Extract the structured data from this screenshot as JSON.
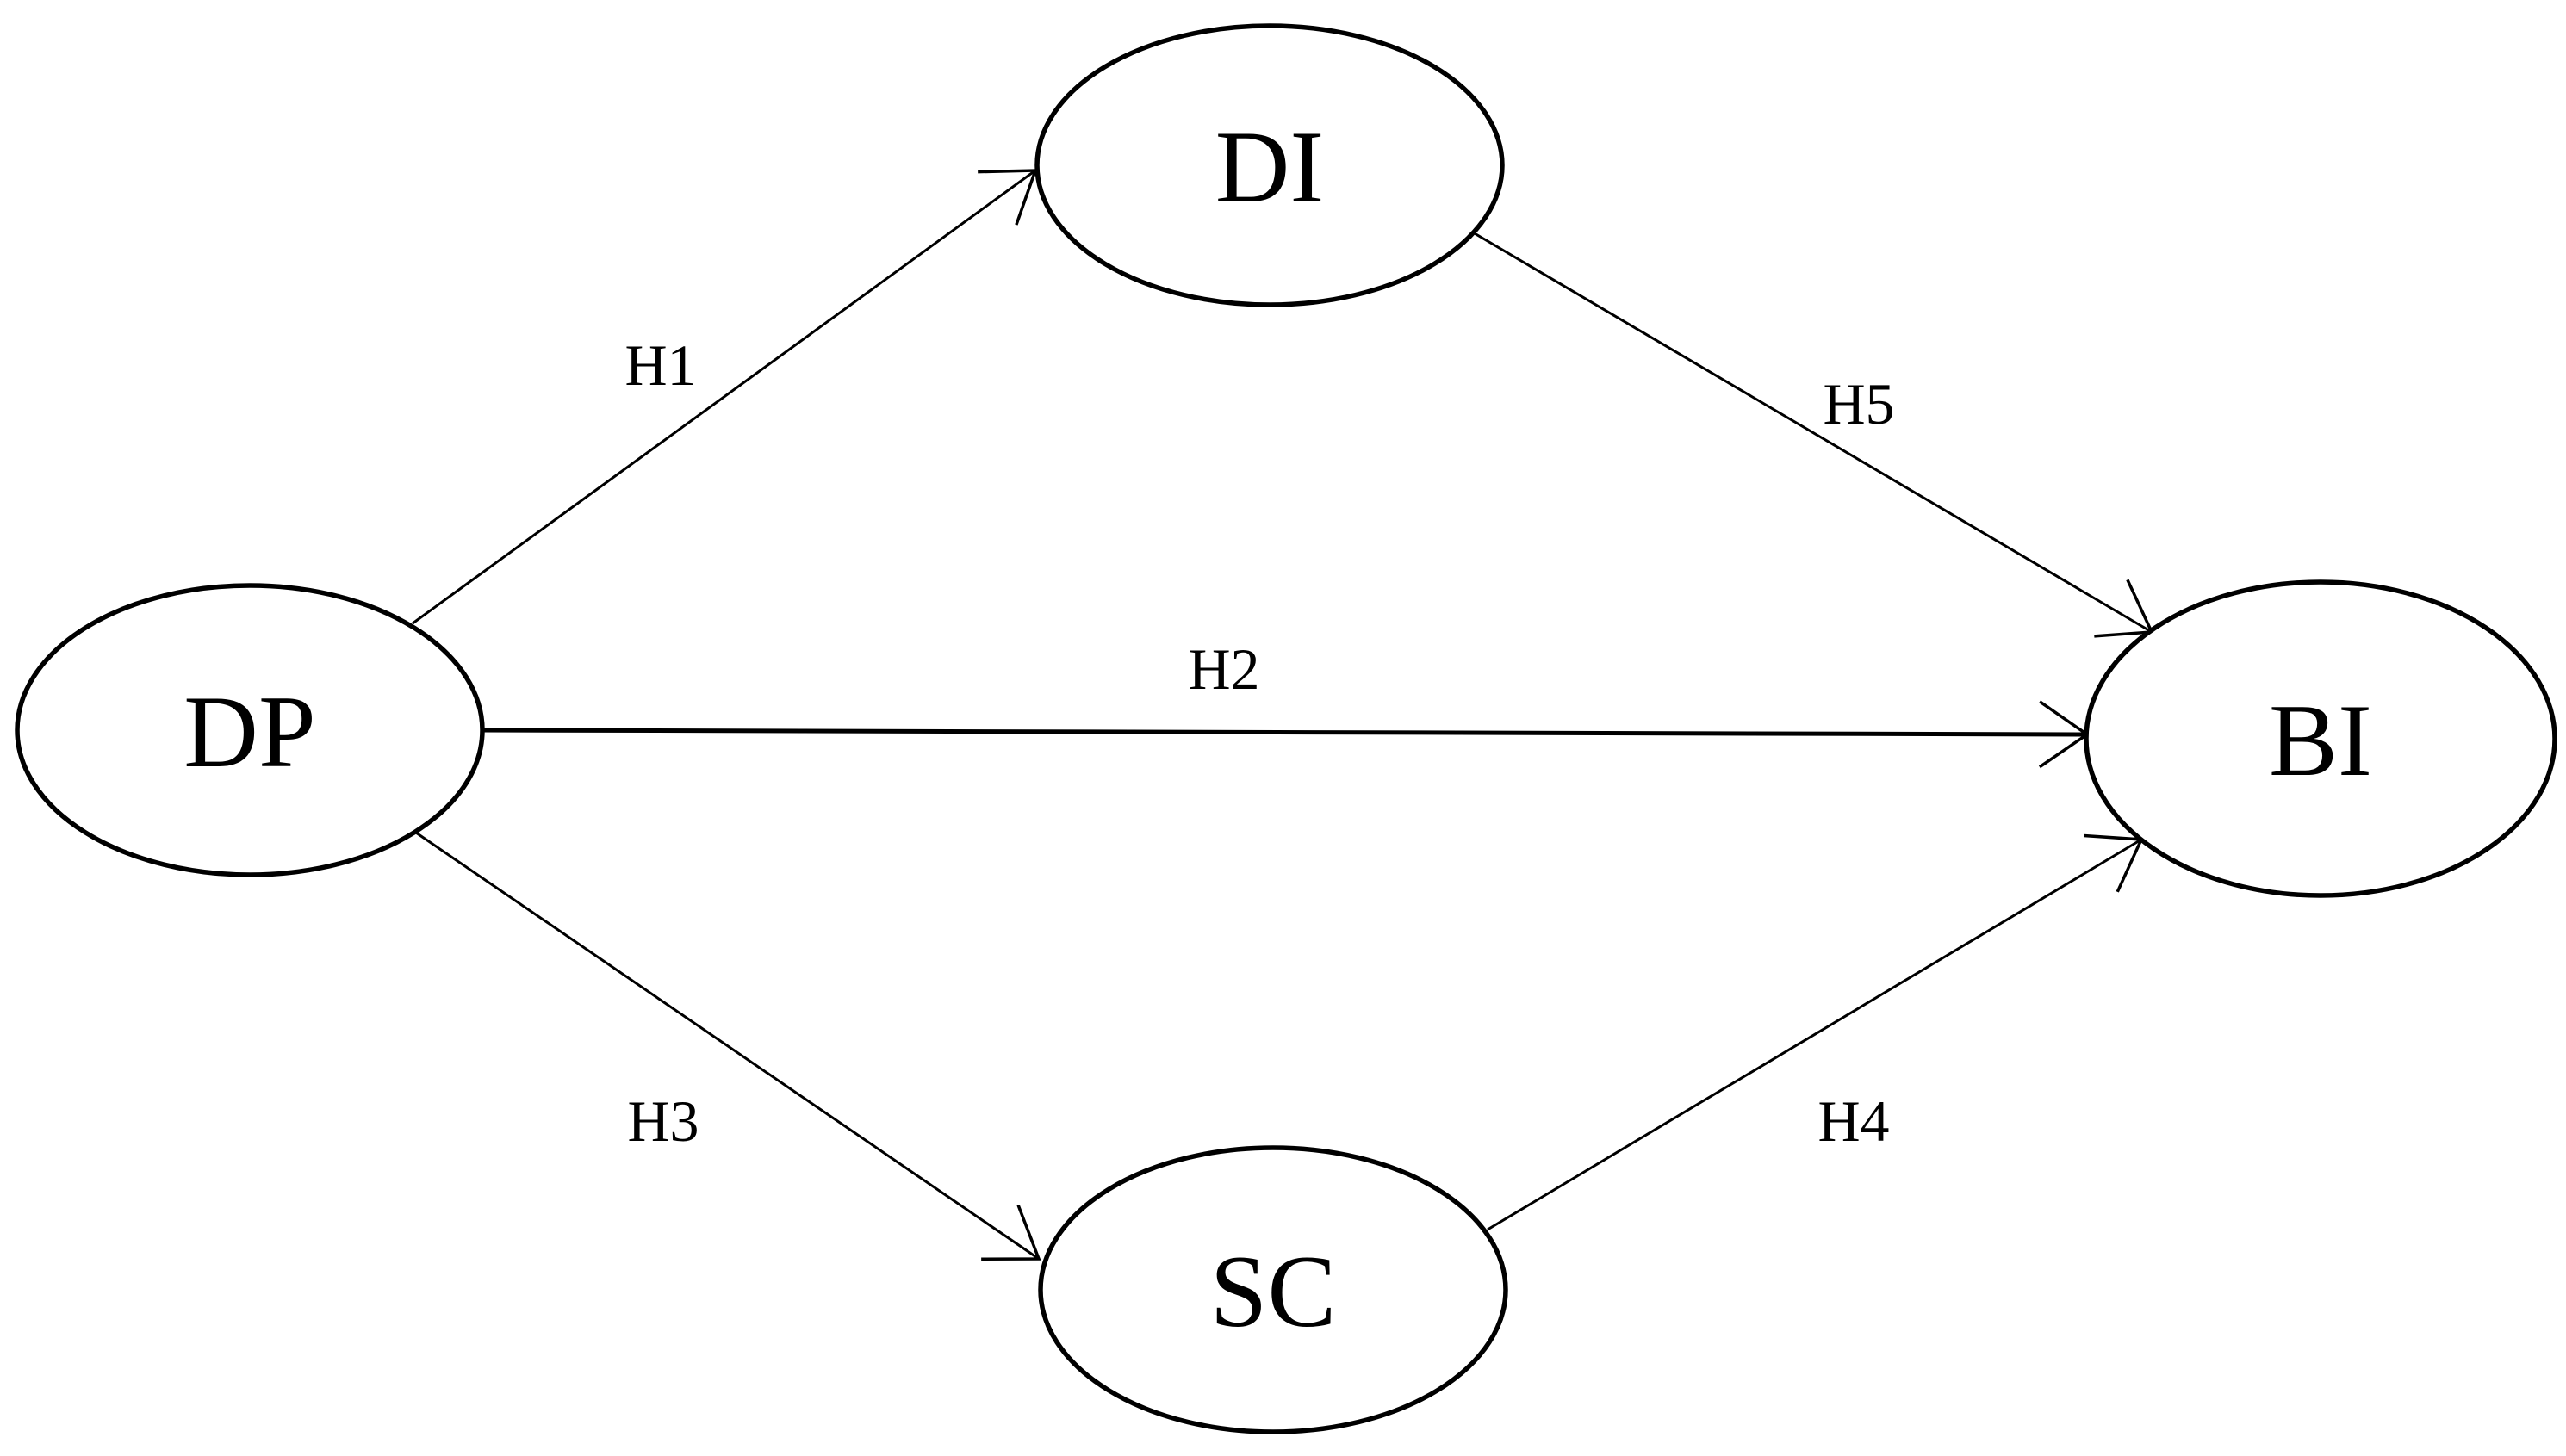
{
  "figure": {
    "type": "path-model-diagram",
    "colors": {
      "background": "#ffffff",
      "stroke": "#000000",
      "text": "#000000",
      "node_fill": "#ffffff"
    },
    "nodes": [
      {
        "id": "dp",
        "label": "DP"
      },
      {
        "id": "di",
        "label": "DI"
      },
      {
        "id": "sc",
        "label": "SC"
      },
      {
        "id": "bi",
        "label": "BI"
      }
    ],
    "edges": [
      {
        "id": "h1",
        "label": "H1",
        "from": "DP",
        "to": "DI"
      },
      {
        "id": "h2",
        "label": "H2",
        "from": "DP",
        "to": "BI"
      },
      {
        "id": "h3",
        "label": "H3",
        "from": "DP",
        "to": "SC"
      },
      {
        "id": "h4",
        "label": "H4",
        "from": "SC",
        "to": "BI"
      },
      {
        "id": "h5",
        "label": "H5",
        "from": "DI",
        "to": "BI"
      }
    ]
  }
}
